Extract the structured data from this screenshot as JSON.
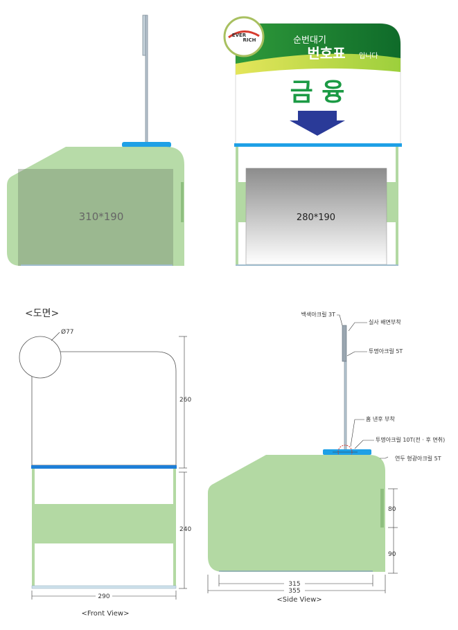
{
  "brand": {
    "name": "EVER RICH",
    "name_top": "EVER",
    "name_bottom": "RICH"
  },
  "sign": {
    "line1": "순번대기",
    "line2": "번호표",
    "line2_suffix": "입니다",
    "category": "금 융"
  },
  "renders": {
    "side_size_label": "310*190",
    "front_size_label": "280*190"
  },
  "drawing": {
    "section_title": "<도면>",
    "front_caption": "<Front View>",
    "side_caption": "<Side View>",
    "hole_diameter": "Ø77",
    "dims": {
      "front_upper_height": "260",
      "front_lower_height": "240",
      "front_width": "290",
      "side_slot_height": "80",
      "side_bottom_height": "90",
      "side_base_width": "315",
      "side_total_width": "355"
    },
    "callouts": {
      "white_acrylic": "백색아크릴 3T",
      "silk_print": "실사 배면부착",
      "clear_acrylic_5t": "투명아크릴 5T",
      "groove": "홈 낸후 부착",
      "clear_acrylic_10t": "투명아크릴 10T(전 · 후 면취)",
      "fluorescent": "연두 형광아크릴 5T"
    }
  },
  "colors": {
    "light_green": "#b3d9a3",
    "blue_bar": "#1ea0e6",
    "navy_arrow": "#2a3a98",
    "sign_green": "#1b9a44"
  }
}
